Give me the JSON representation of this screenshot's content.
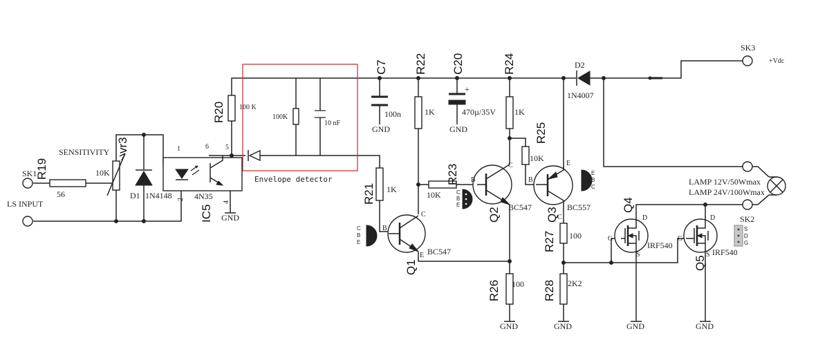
{
  "connectors": {
    "sk1": "SK1",
    "ls_input": "LS INPUT",
    "sk2": "SK2",
    "sk3": "SK3",
    "vdc": "+Vdc",
    "lamp1": "LAMP 12V/50Wmax",
    "lamp2": "LAMP 24V/100Wmax"
  },
  "input": {
    "r19": "R19",
    "r19_val": "56",
    "sensitivity": "SENSITIVITY",
    "vr3": "vr3",
    "vr3_val": "10K",
    "d1": "D1",
    "d1_val": "1N4148"
  },
  "optocoupler": {
    "ref": "IC5",
    "part": "4N35",
    "pin1": "1",
    "pin2": "2",
    "pin4": "4",
    "pin5": "5",
    "pin6": "6"
  },
  "envelope": {
    "title": "Envelope detector",
    "r20": "R20",
    "r20_val": "100 K",
    "r_val": "100K",
    "c_val": "10 nF"
  },
  "components": {
    "c7": "C7",
    "c7_val": "100n",
    "r22": "R22",
    "r22_val": "1K",
    "c20": "C20",
    "c20_val": "470µ/35V",
    "c20_plus": "+",
    "r24": "R24",
    "r24_val": "1K",
    "d2": "D2",
    "d2_val": "1N4007",
    "r21": "R21",
    "r21_val": "1K",
    "r23": "R23",
    "r23_val": "10K",
    "r25": "R25",
    "r25_val": "10K",
    "r26": "R26",
    "r26_val": "100",
    "r27": "R27",
    "r27_val": "100",
    "r28": "R28",
    "r28_val": "2K2"
  },
  "transistors": {
    "q1": "Q1",
    "q1_part": "BC547",
    "q2": "Q2",
    "q2_part": "BC547",
    "q3": "Q3",
    "q3_part": "BC557",
    "q4": "Q4",
    "q4_part": "IRF540",
    "q5": "Q5",
    "q5_part": "IRF540"
  },
  "pins": {
    "b": "B",
    "c": "C",
    "e": "E",
    "g": "G",
    "d": "D",
    "s": "S"
  },
  "gnd": "GND"
}
